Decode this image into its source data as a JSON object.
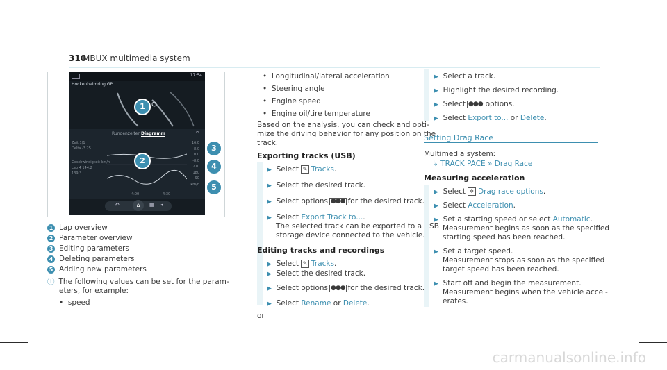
{
  "header": {
    "page_number": "310",
    "title": "MBUX multimedia system"
  },
  "figure": {
    "screen": {
      "status_time": "17:54",
      "track_name": "Hockenheimring GP",
      "tabs": [
        "Rundenzeiten",
        "Diagramm"
      ],
      "rows": [
        {
          "label": "Zeit",
          "value": "1|1"
        },
        {
          "label": "Delta",
          "value": "-3.25"
        },
        {
          "label": "Geschwindigkeit",
          "value": "km/h"
        },
        {
          "label": "Lap 4",
          "value": "144.2"
        },
        {
          "label": "",
          "value": "139.3"
        }
      ],
      "right_scale": [
        "16.0",
        "8.0",
        "0.0",
        "-8.0",
        "270",
        "180",
        "90",
        "km/h"
      ],
      "time_labels": [
        "4:00",
        "4:30"
      ]
    },
    "callouts": [
      "1",
      "2",
      "3",
      "4",
      "5"
    ],
    "legend": [
      {
        "num": "1",
        "text": "Lap overview"
      },
      {
        "num": "2",
        "text": "Parameter overview"
      },
      {
        "num": "3",
        "text": "Editing parameters"
      },
      {
        "num": "4",
        "text": "Deleting parameters"
      },
      {
        "num": "5",
        "text": "Adding new parameters"
      }
    ],
    "note_line1": "The following values can be set for the param-",
    "note_line2": "eters, for example:",
    "note_bullet": "speed"
  },
  "col2": {
    "bullets": [
      "Longitudinal/lateral acceleration",
      "Steering angle",
      "Engine speed",
      "Engine oil/tire temperature"
    ],
    "para1": "Based on the analysis, you can check and opti-",
    "para2": "mize the driving behavior for any position on the",
    "para3": "track.",
    "h_export": "Exporting tracks (USB)",
    "s1_pre": "Select",
    "s1_link": "Tracks",
    "s1_post": ".",
    "s2": "Select the desired track.",
    "s3_pre": "Select options",
    "s3_post": "for the desired track.",
    "s4_pre": "Select",
    "s4_link": "Export Track to...",
    "s4_post": ".",
    "s4_l2": "The selected track can be exported to a USB",
    "s4_l3": "storage device connected to the vehicle.",
    "h_edit": "Editing tracks and recordings",
    "e1_pre": "Select",
    "e1_link": "Tracks",
    "e1_post": ".",
    "e2": "Select the desired track.",
    "e3_pre": "Select options",
    "e3_post": "for the desired track.",
    "e4_pre": "Select",
    "e4_link1": "Rename",
    "e4_mid": "or",
    "e4_link2": "Delete",
    "e4_post": ".",
    "or": "or"
  },
  "col3": {
    "s1": "Select a track.",
    "s2": "Highlight the desired recording.",
    "s3_pre": "Select",
    "s3_post": "options.",
    "s4_pre": "Select",
    "s4_link1": "Export to...",
    "s4_mid": "or",
    "s4_link2": "Delete",
    "s4_post": ".",
    "h_drag": "Setting Drag Race",
    "ms_label": "Multimedia system:",
    "path1": "TRACK PACE",
    "path2": "Drag Race",
    "h_measure": "Measuring acceleration",
    "m1_pre": "Select",
    "m1_link": "Drag race options",
    "m1_post": ".",
    "m2_pre": "Select",
    "m2_link": "Acceleration",
    "m2_post": ".",
    "m3_pre": "Set a starting speed or select",
    "m3_link": "Automatic",
    "m3_post": ".",
    "m3_l2": "Measurement begins as soon as the specified",
    "m3_l3": "starting speed has been reached.",
    "m4": "Set a target speed.",
    "m4_l2": "Measurement stops as soon as the specified",
    "m4_l3": "target speed has been reached.",
    "m5": "Start off and begin the measurement.",
    "m5_l2": "Measurement begins when the vehicle accel-",
    "m5_l3": "erates."
  },
  "watermark": "carmanualsonline.info"
}
